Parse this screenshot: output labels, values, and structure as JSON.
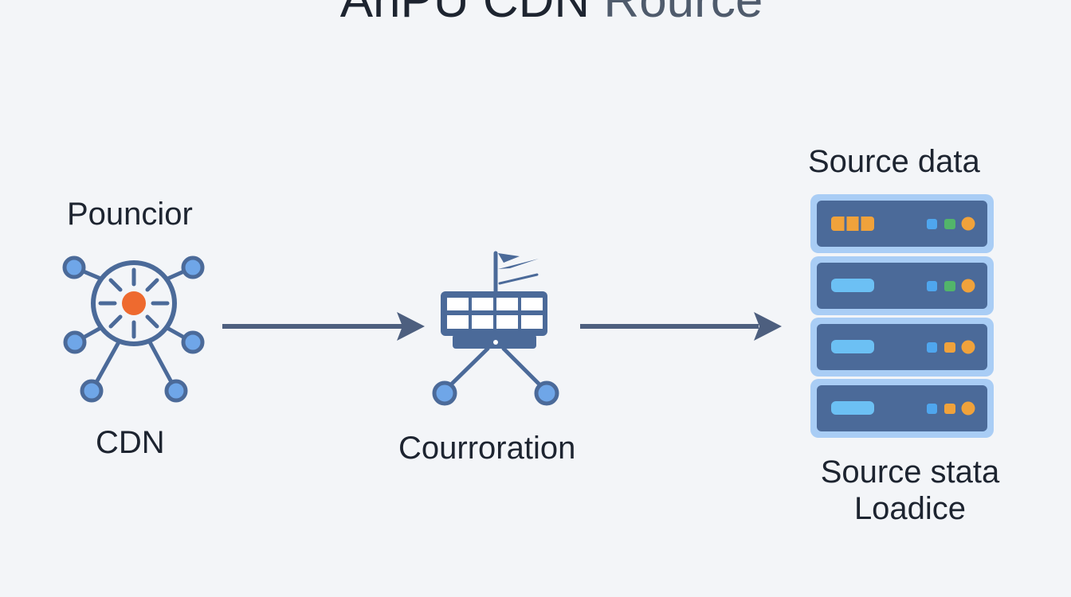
{
  "title": {
    "part1": "AnPU CDN",
    "part2": " Rource"
  },
  "nodes": {
    "cdn": {
      "top_label": "Pouncior",
      "bottom_label": "CDN",
      "icon": "network-hub-icon"
    },
    "middle": {
      "label": "Courroration",
      "icon": "router-icon"
    },
    "source": {
      "top_label": "Source data",
      "bottom_label_line1": "Source stata",
      "bottom_label_line2": "Loadice",
      "icon": "server-rack-icon"
    }
  },
  "colors": {
    "background": "#f3f5f8",
    "icon_blue": "#4b6a99",
    "node_fill": "#6fa6e8",
    "center_dot": "#ee6a2f",
    "arrow": "#4d5f7f",
    "server_body": "#4b6a99",
    "server_border": "#a9cdf5",
    "led_orange": "#f0a23b",
    "led_green": "#52b56a",
    "led_blue": "#4fa6ee",
    "bar_blue": "#6cc0f4"
  }
}
